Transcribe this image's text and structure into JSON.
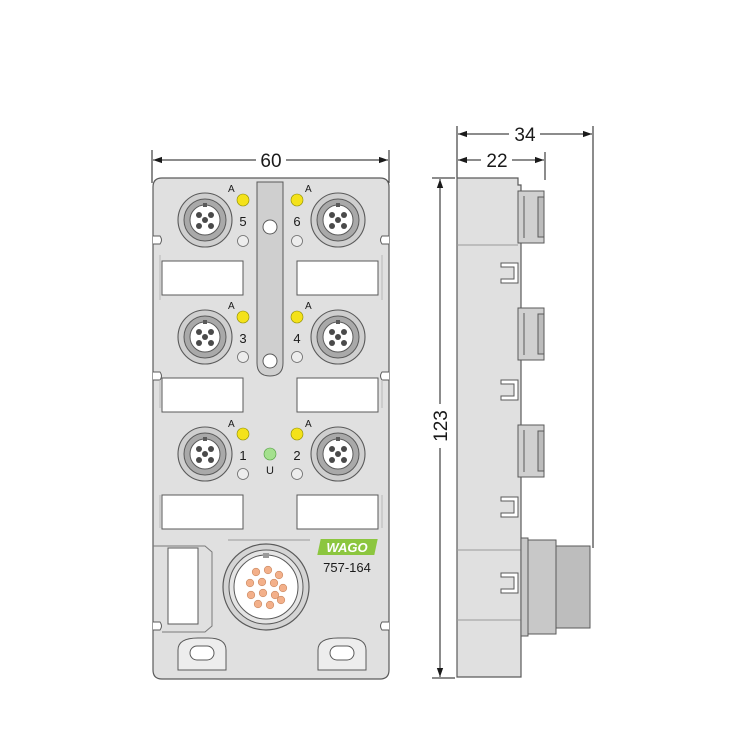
{
  "dimensions": {
    "width_front": "60",
    "depth_total": "34",
    "depth_body": "22",
    "height": "123"
  },
  "product": {
    "brand": "WAGO",
    "model": "757-164"
  },
  "ports": {
    "p1": "1",
    "p2": "2",
    "p3": "3",
    "p4": "4",
    "p5": "5",
    "p6": "6"
  },
  "led_labels": {
    "channel": "A",
    "power": "U"
  },
  "colors": {
    "housing": "#e0e0e0",
    "outline": "#5a5a5a",
    "led_yellow": "#f4e21a",
    "led_green": "#a4e08e",
    "pin_orange": "#f3b08a",
    "brand_green": "#8cc63f",
    "dim_line": "#1a1a1a"
  }
}
